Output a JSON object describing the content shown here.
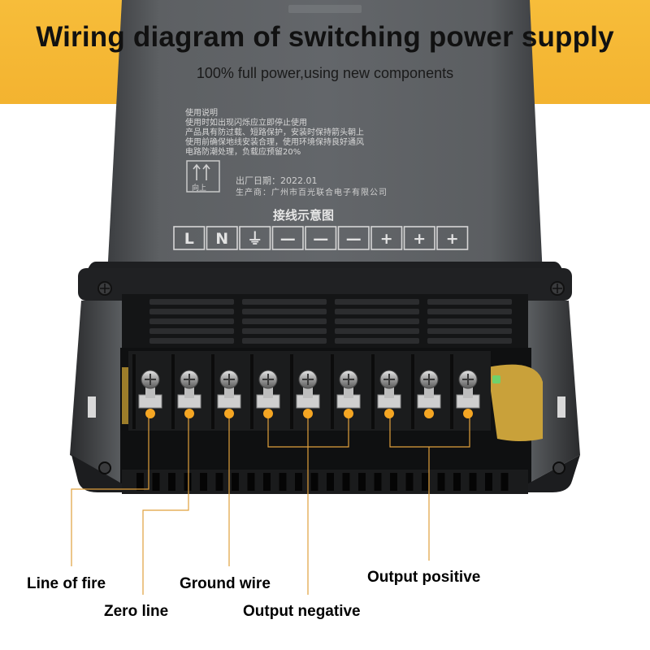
{
  "header": {
    "title": "Wiring diagram of switching power supply",
    "subtitle": "100% full power,using new components"
  },
  "device_label": {
    "usage_title": "使用说明",
    "usage_lines": [
      "使用时如出现闪烁应立即停止使用",
      "产品具有防过载、短路保护，安装时保持箭头朝上",
      "使用前确保地线安装合理，使用环境保持良好通风",
      "电路防潮处理，负载应预留20%"
    ],
    "up_mark": "向上",
    "date_line": "出厂日期：2022.01",
    "maker_line": "生产商：广州市百光联合电子有限公司",
    "diagram_title": "接线示意图",
    "terminal_symbols": [
      "L",
      "N",
      "⏚",
      "—",
      "—",
      "—",
      "+",
      "+",
      "+"
    ]
  },
  "callouts": {
    "line_of_fire": "Line of fire",
    "zero_line": "Zero line",
    "ground_wire": "Ground wire",
    "output_negative": "Output negative",
    "output_positive": "Output positive"
  },
  "colors": {
    "banner": "#f4b531",
    "callout_dot": "#f5a623",
    "callout_line": "#e0a03c",
    "case": "#55585b",
    "vent": "#1d1e20"
  }
}
